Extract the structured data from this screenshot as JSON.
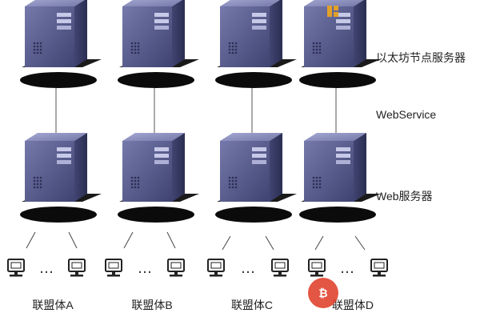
{
  "tiers": {
    "top_label": "以太坊节点服务器",
    "middle_label": "WebService",
    "bottom_label": "Web服务器"
  },
  "consortia": [
    {
      "name": "联盟体A"
    },
    {
      "name": "联盟体B"
    },
    {
      "name": "联盟体C"
    },
    {
      "name": "联盟体D"
    }
  ],
  "ellipsis": "…",
  "colors": {
    "server_front": "#5a5f8f",
    "server_side": "#3c3f66",
    "server_top": "#8d90bd",
    "base": "#0a0a0a",
    "line": "#555555",
    "watermark_red": "#e0442f",
    "watermark_gold": "#e2a12a"
  }
}
